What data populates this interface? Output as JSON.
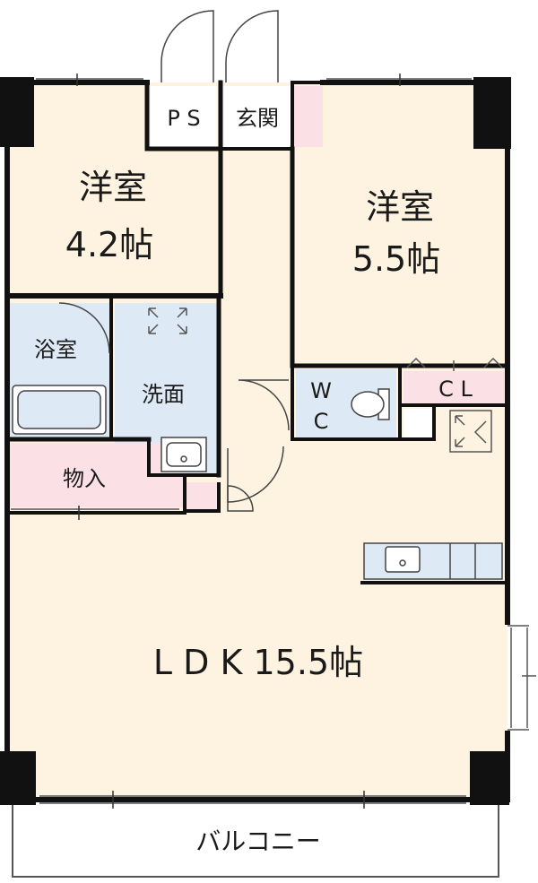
{
  "colors": {
    "room": "#fdf3e0",
    "wet": "#dde9f4",
    "pink": "#fbe0e6",
    "wall": "#111111",
    "white": "#ffffff"
  },
  "rooms": {
    "west_bedroom": {
      "name": "洋室",
      "size": "4.2帖"
    },
    "east_bedroom": {
      "name": "洋室",
      "size": "5.5帖"
    },
    "ps": "P S",
    "entrance": "玄関",
    "bath": "浴室",
    "washroom": "洗面",
    "wc_line1": "W",
    "wc_line2": "C",
    "closet": "C L",
    "storage": "物入",
    "ldk": "L D K 15.5帖",
    "balcony": "バルコニー"
  },
  "icons": [
    "door-swing-icon",
    "bathtub-icon",
    "toilet-icon",
    "sink-icon",
    "kitchen-counter-icon",
    "ventilation-icon"
  ]
}
